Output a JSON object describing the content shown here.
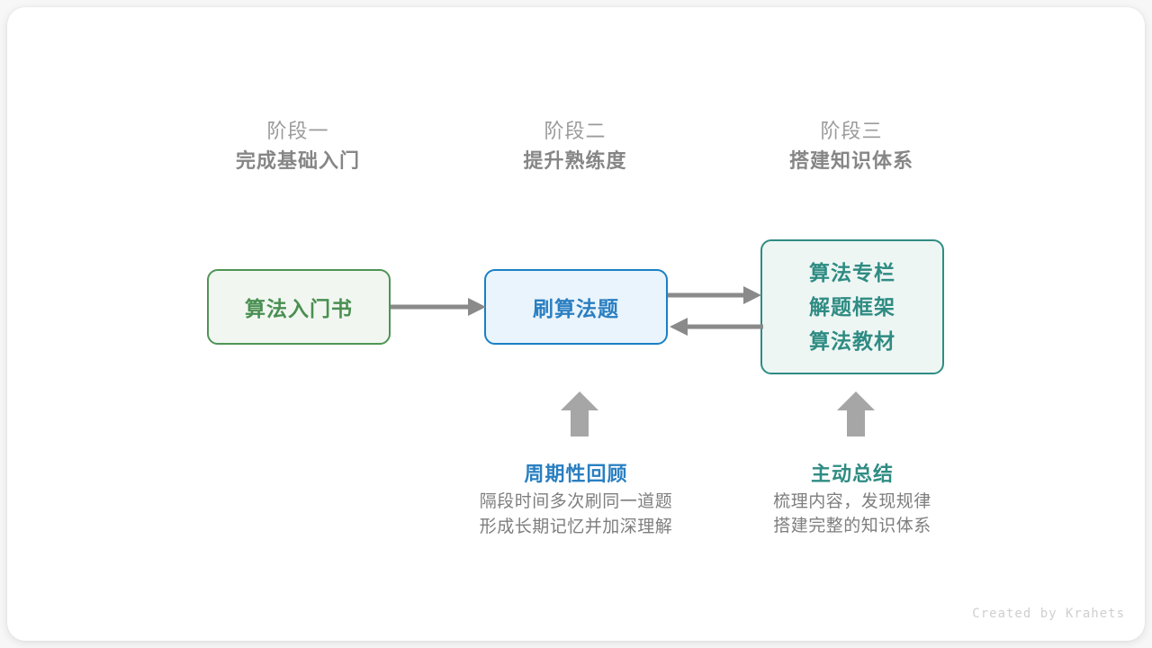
{
  "canvas": {
    "background": "#f7f7f7",
    "card_background": "#ffffff"
  },
  "stages": [
    {
      "phase": "阶段一",
      "title": "完成基础入门"
    },
    {
      "phase": "阶段二",
      "title": "提升熟练度"
    },
    {
      "phase": "阶段三",
      "title": "搭建知识体系"
    }
  ],
  "nodes": {
    "book": {
      "label": "算法入门书",
      "fill": "#f1f7f0",
      "border": "#4f9455",
      "text_color": "#4a8f52"
    },
    "practice": {
      "label": "刷算法题",
      "fill": "#eaf4fc",
      "border": "#1a80c4",
      "text_color": "#2a7fc1"
    },
    "system": {
      "lines": [
        "算法专栏",
        "解题框架",
        "算法教材"
      ],
      "fill": "#eef6f4",
      "border": "#2f8c83",
      "text_color": "#2f8c83"
    }
  },
  "arrows": {
    "color": "#8a8a8a",
    "up_color": "#a6a6a6",
    "book_to_practice": "right",
    "practice_to_system": "right",
    "system_to_practice": "left",
    "review_up": "up",
    "summary_up": "up"
  },
  "annotations": [
    {
      "title": "周期性回顾",
      "color": "#2a7fc1",
      "desc_line1": "隔段时间多次刷同一道题",
      "desc_line2": "形成长期记忆并加深理解"
    },
    {
      "title": "主动总结",
      "color": "#2f8c83",
      "desc_line1": "梳理内容，发现规律",
      "desc_line2": "搭建完整的知识体系"
    }
  ],
  "credit": "Created by Krahets"
}
